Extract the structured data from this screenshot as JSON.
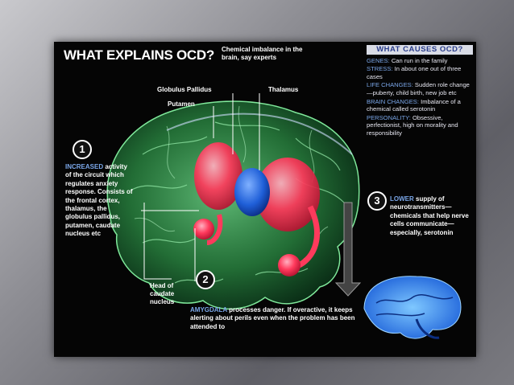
{
  "title": "WHAT EXPLAINS OCD?",
  "subtitle": "Chemical imbalance in the brain, say experts",
  "causes": {
    "heading": "WHAT CAUSES OCD?",
    "items": [
      {
        "key": "GENES:",
        "text": " Can run in the family"
      },
      {
        "key": "STRESS:",
        "text": " In about one out of three cases"
      },
      {
        "key": "LIFE CHANGES:",
        "text": " Sudden role change—puberty, child birth, new job etc"
      },
      {
        "key": "BRAIN CHANGES:",
        "text": " Imbalance of a chemical called serotonin"
      },
      {
        "key": "PERSONALITY:",
        "text": " Obsessive, perfectionist, high on morality and responsibility"
      }
    ]
  },
  "labels": {
    "globulus": "Globulus Pallidus",
    "thalamus": "Thalamus",
    "putamen": "Putamen",
    "caudate": "Head of caudate nucleus"
  },
  "points": {
    "one": {
      "num": "1",
      "em": "INCREASED",
      "text": " activity of the circuit which regulates anxiety response. Consists of the frontal cortex, thalamus, the globulus pallidus, putamen, caudate nucleus etc"
    },
    "two": {
      "num": "2",
      "em": "AMYGDALA",
      "text": " processes danger. If overactive, it keeps alerting about perils even when the problem has been attended to"
    },
    "three": {
      "num": "3",
      "em": "LOWER",
      "text": " supply of neurotransmitters—chemicals that help nerve cells communicate—especially, serotonin"
    }
  },
  "colors": {
    "brain": "#3fae5a",
    "regions": "#ff3a5c",
    "thalamus": "#1f5fd8",
    "accent": "#7aa6e8"
  }
}
